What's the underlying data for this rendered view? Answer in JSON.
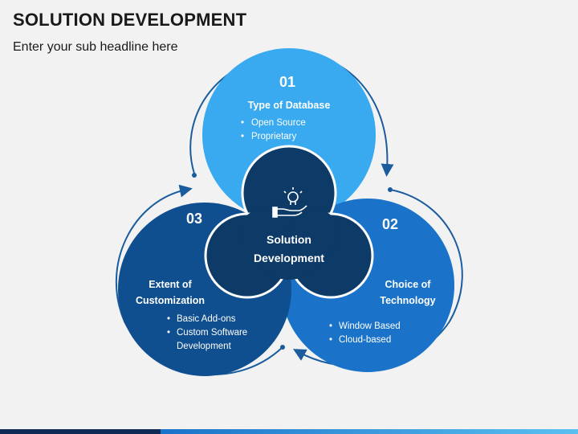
{
  "header": {
    "title": "SOLUTION DEVELOPMENT",
    "subtitle": "Enter your sub headline here"
  },
  "center": {
    "label_line1": "Solution",
    "label_line2": "Development",
    "icon": "hand-lightbulb-icon"
  },
  "segments": [
    {
      "number": "01",
      "heading_line1": "Type of Database",
      "bullets": [
        "Open Source",
        "Proprietary"
      ],
      "color": "#3aaaf0"
    },
    {
      "number": "02",
      "heading_line1": "Choice of",
      "heading_line2": "Technology",
      "bullets": [
        "Window Based",
        "Cloud-based"
      ],
      "color": "#1a73c9"
    },
    {
      "number": "03",
      "heading_line1": "Extent of",
      "heading_line2": "Customization",
      "bullets": [
        "Basic Add-ons",
        "Custom Software",
        "Development"
      ],
      "color": "#0f4f8f"
    }
  ],
  "colors": {
    "center": "#0d3a66",
    "arrow": "#1a5c9e"
  }
}
